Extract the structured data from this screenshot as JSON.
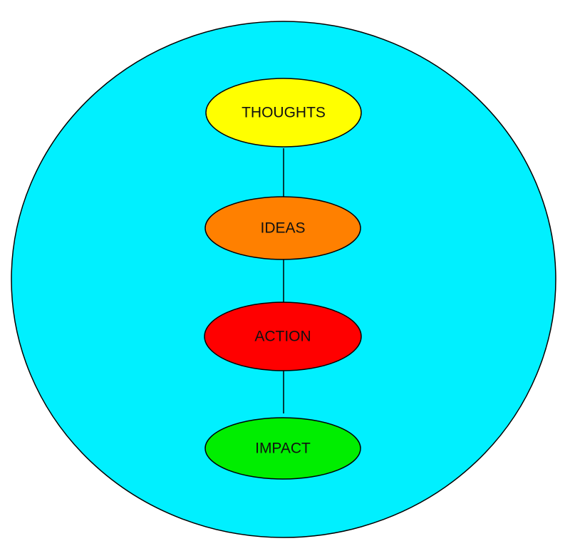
{
  "diagram": {
    "background_color": "#00f0ff",
    "stroke_color": "#000000",
    "nodes": [
      {
        "label": "THOUGHTS",
        "color": "#ffff00"
      },
      {
        "label": "IDEAS",
        "color": "#ff8000"
      },
      {
        "label": "ACTION",
        "color": "#ff0000"
      },
      {
        "label": "IMPACT",
        "color": "#00ee00"
      }
    ],
    "connections": [
      {
        "from": "THOUGHTS",
        "to": "IDEAS"
      },
      {
        "from": "IDEAS",
        "to": "ACTION"
      },
      {
        "from": "ACTION",
        "to": "IMPACT"
      }
    ]
  }
}
